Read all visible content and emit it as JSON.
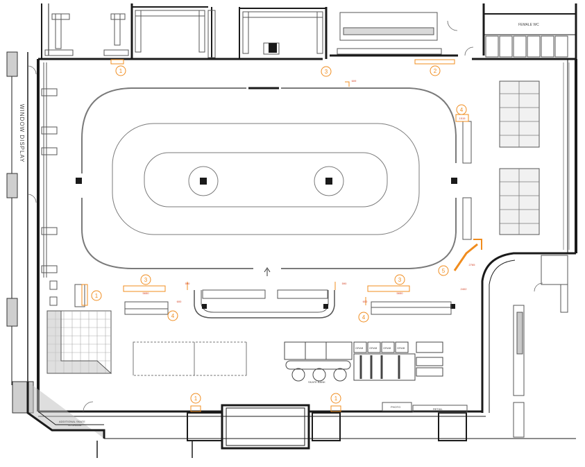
{
  "labels": {
    "window_display": "WINDOW DISPLAY",
    "female_wc": "FEMALE WC",
    "additional_skate_storage_1": "ADDITIONAL SKATE",
    "additional_skate_storage_2": "STORAGE",
    "photo": "PHOTO",
    "retail": "RETAIL",
    "skate_bank": "SKATE BANK",
    "grab": "GRAB"
  },
  "markers": [
    {
      "id": "m1a",
      "num": "1"
    },
    {
      "id": "m1b",
      "num": "1"
    },
    {
      "id": "m1c",
      "num": "1"
    },
    {
      "id": "m1d",
      "num": "1"
    },
    {
      "id": "m2",
      "num": "2"
    },
    {
      "id": "m3a",
      "num": "3"
    },
    {
      "id": "m3b",
      "num": "3"
    },
    {
      "id": "m3c",
      "num": "3"
    },
    {
      "id": "m4a",
      "num": "4"
    },
    {
      "id": "m4b",
      "num": "4"
    },
    {
      "id": "m4c",
      "num": "4"
    },
    {
      "id": "m5",
      "num": "5"
    }
  ],
  "dimensions": {
    "d_1515": "1515",
    "d_5650a": "5650",
    "d_5650b": "5650",
    "d_590a": "590",
    "d_590b": "590",
    "d_600a": "600",
    "d_600b": "600",
    "d_2765": "2765",
    "d_2402": "2402",
    "d_609": "609"
  },
  "colors": {
    "wall": "#1a1a1a",
    "line": "#7a7a7a",
    "accent": "#f08c1e",
    "red": "#d23c1e"
  }
}
